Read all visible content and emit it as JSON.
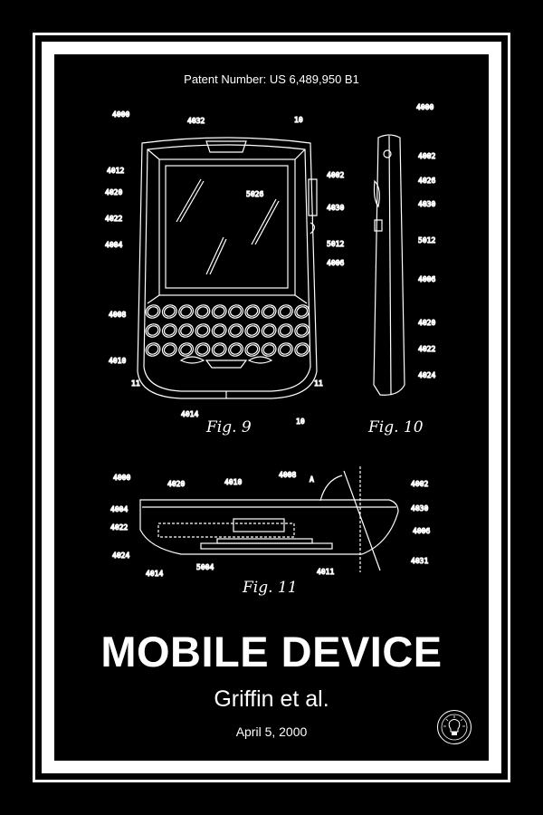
{
  "poster": {
    "patent_number": "Patent Number: US 6,489,950 B1",
    "title": "MOBILE DEVICE",
    "inventor": "Griffin et al.",
    "date": "April 5, 2000",
    "seal_icon": "lightbulb-seal-icon",
    "colors": {
      "background": "#000000",
      "line": "#ffffff"
    }
  },
  "figures": {
    "fig9": {
      "caption": "Fig. 9",
      "labels": [
        "4000",
        "4032",
        "10",
        "4012",
        "4020",
        "4022",
        "4004",
        "4008",
        "4010",
        "4014",
        "4002",
        "4030",
        "5026",
        "5012",
        "4006",
        "11",
        "11",
        "10"
      ]
    },
    "fig10": {
      "caption": "Fig. 10",
      "labels": [
        "4000",
        "4002",
        "4026",
        "4030",
        "5012",
        "4006",
        "4020",
        "4022",
        "4024"
      ]
    },
    "fig11": {
      "caption": "Fig. 11",
      "labels": [
        "4000",
        "4020",
        "4010",
        "4008",
        "A",
        "4002",
        "4030",
        "4006",
        "4031",
        "4004",
        "4022",
        "4024",
        "4014",
        "5004",
        "4011"
      ]
    }
  }
}
